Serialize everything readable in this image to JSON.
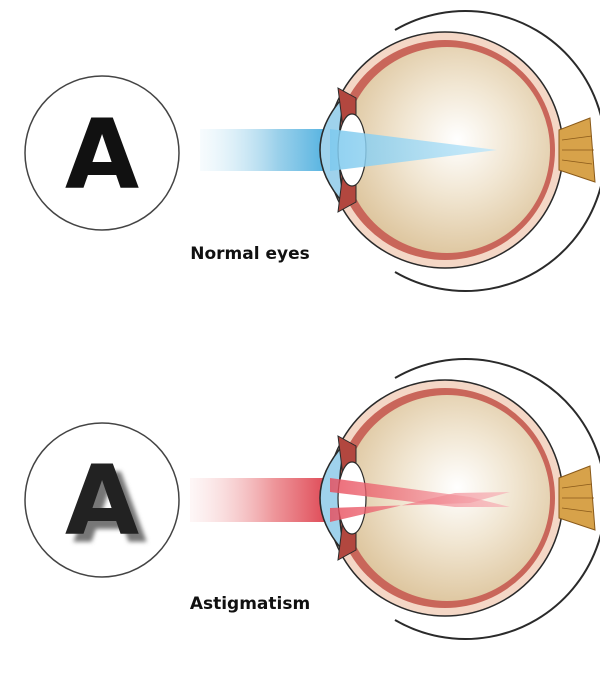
{
  "panels": [
    {
      "letter": "A",
      "caption": "Normal eyes",
      "letter_style": "sharp",
      "light_color": "#8fd3ee",
      "beam_color": "#5fb8e6"
    },
    {
      "letter": "A",
      "caption": "Astigmatism",
      "letter_style": "blurred-double",
      "light_color": "#f28a8a",
      "beam_color": "#e04a55"
    }
  ],
  "colors": {
    "sclera_outline": "#2a2a2a",
    "choroid": "#c9665a",
    "vitreous": "#e9d9bd",
    "cornea": "#9fd2ec",
    "optic_nerve": "#d7a24a"
  }
}
